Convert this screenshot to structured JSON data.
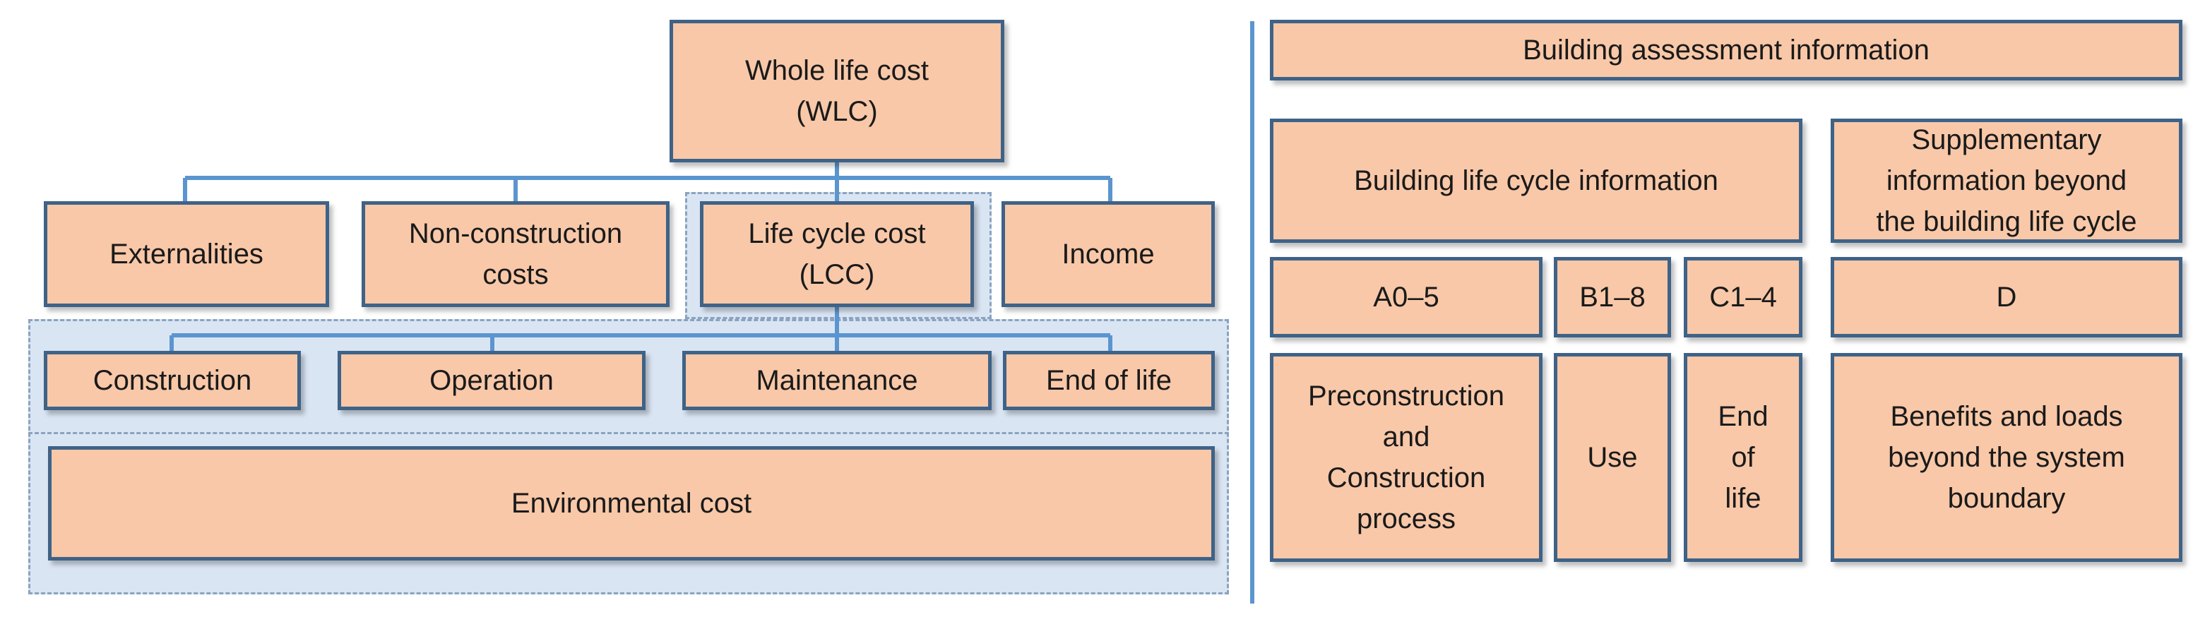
{
  "left": {
    "wlc": "Whole life cost\n(WLC)",
    "externalities": "Externalities",
    "non_construction": "Non-construction\ncosts",
    "lcc": "Life cycle cost\n(LCC)",
    "income": "Income",
    "construction": "Construction",
    "operation": "Operation",
    "maintenance": "Maintenance",
    "end_of_life": "End of life",
    "environmental": "Environmental cost"
  },
  "right": {
    "assessment": "Building assessment information",
    "life_cycle": "Building life cycle information",
    "supplementary": "Supplementary\ninformation beyond\nthe building life cycle",
    "a": "A0–5",
    "b": "B1–8",
    "c": "C1–4",
    "d": "D",
    "preconstruction": "Preconstruction\nand\nConstruction\nprocess",
    "use": "Use",
    "end": "End\nof\nlife",
    "benefits": "Benefits and loads\nbeyond the system\nboundary"
  },
  "colors": {
    "box_fill": "#f8c8a8",
    "box_border": "#3f6287",
    "connector": "#5b95cf",
    "shade": "#dae5f3"
  }
}
